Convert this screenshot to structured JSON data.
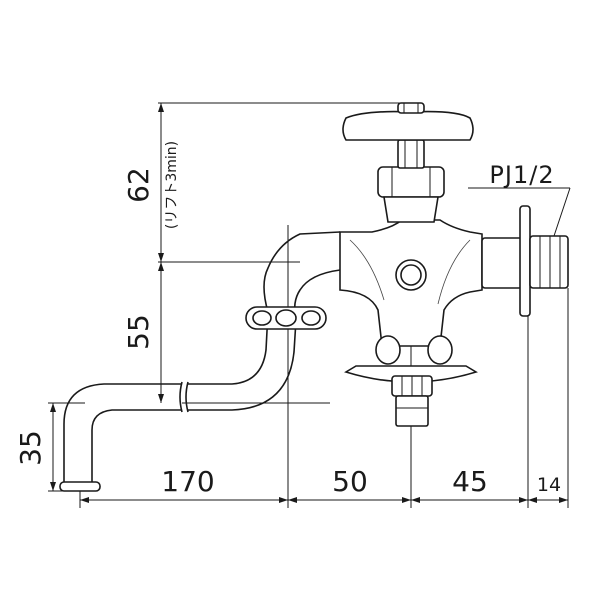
{
  "dimensions": {
    "height_top": "62",
    "lift_note": "(リフト3min)",
    "height_mid": "55",
    "height_spout": "35",
    "w_170": "170",
    "w_50": "50",
    "w_45": "45",
    "w_14": "14"
  },
  "callouts": {
    "thread": "PJ1/2"
  }
}
